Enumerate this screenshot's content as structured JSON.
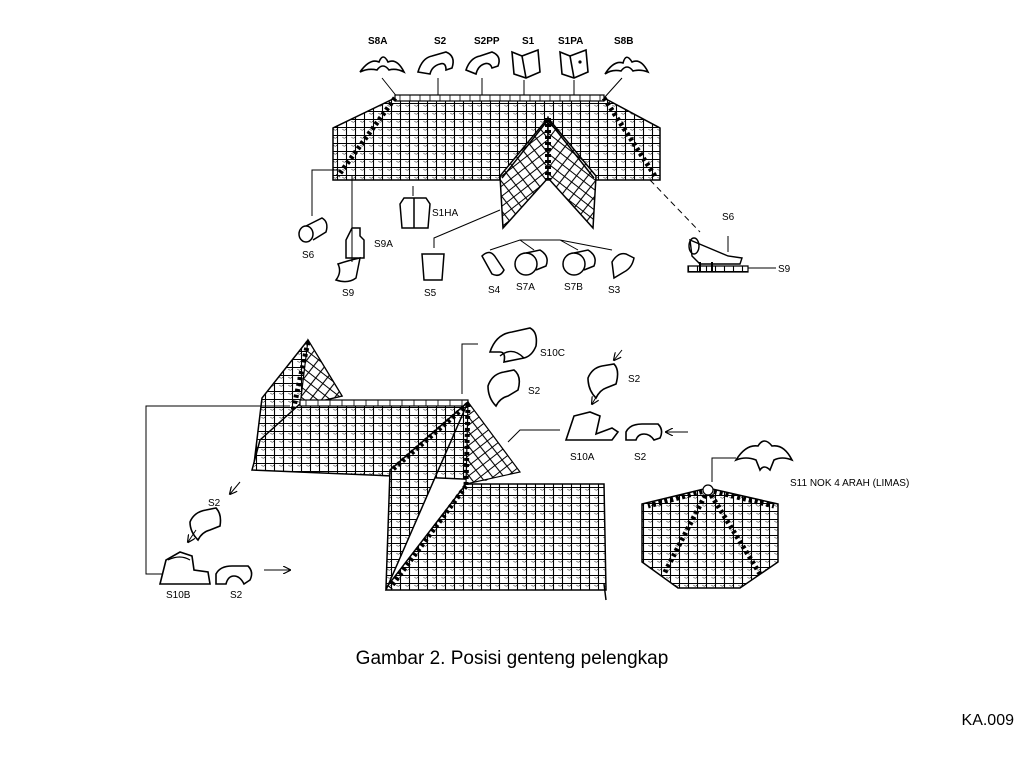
{
  "top_diagram": {
    "labels": {
      "s8a": "S8A",
      "s2_top": "S2",
      "s2pp": "S2PP",
      "s1": "S1",
      "s1pa": "S1PA",
      "s8b": "S8B",
      "s1ha": "S1HA",
      "s9a": "S9A",
      "s6_left": "S6",
      "s9_left": "S9",
      "s5": "S5",
      "s4": "S4",
      "s7a": "S7A",
      "s7b": "S7B",
      "s3": "S3",
      "s6_right": "S6",
      "s9_right": "S9"
    }
  },
  "bottom_left_diagram": {
    "labels": {
      "s10c": "S10C",
      "s2_a": "S2",
      "s2_b": "S2",
      "s10a": "S10A",
      "s2_c": "S2",
      "s2_d": "S2",
      "s10b": "S10B",
      "s2_e": "S2"
    }
  },
  "bottom_right_diagram": {
    "labels": {
      "s11": "S11 NOK 4 ARAH (LIMAS)"
    }
  },
  "caption": "Gambar 2. Posisi genteng pelengkap",
  "slide_code": "KA.009"
}
